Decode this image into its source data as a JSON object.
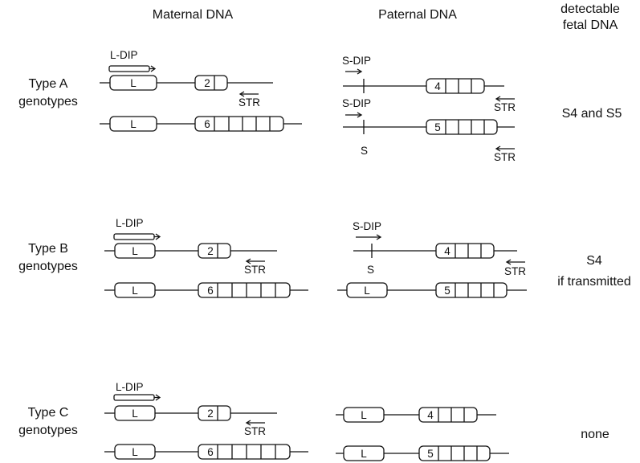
{
  "headers": {
    "maternal": "Maternal DNA",
    "paternal": "Paternal DNA",
    "detectable_line1": "detectable",
    "detectable_line2": "fetal DNA"
  },
  "types": [
    {
      "name_line1": "Type A",
      "name_line2": "genotypes",
      "result_line1": "S4 and S5",
      "result_line2": ""
    },
    {
      "name_line1": "Type B",
      "name_line2": "genotypes",
      "result_line1": "S4",
      "result_line2": "if transmitted"
    },
    {
      "name_line1": "Type C",
      "name_line2": "genotypes",
      "result_line1": "none",
      "result_line2": ""
    }
  ],
  "labels": {
    "l_dip": "L-DIP",
    "s_dip": "S-DIP",
    "str": "STR",
    "l_allele": "L",
    "s_allele": "S",
    "repeat_2": "2",
    "repeat_4": "4",
    "repeat_5": "5",
    "repeat_6": "6"
  }
}
